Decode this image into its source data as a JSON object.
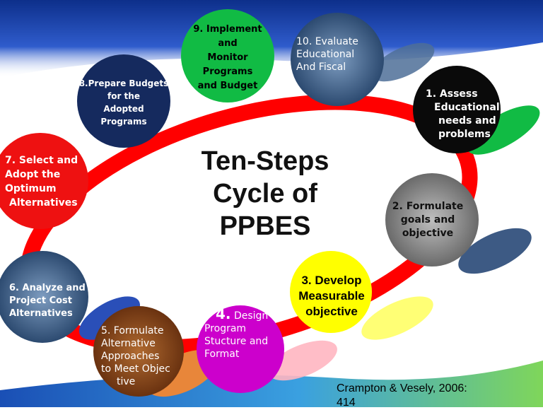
{
  "title_lines": [
    "Ten-Steps",
    "Cycle of",
    "PPBES"
  ],
  "steps": [
    {
      "id": "step-1",
      "lines": [
        "1. Assess",
        "Educational",
        "needs and",
        "problems"
      ],
      "color": "#0a0a0a"
    },
    {
      "id": "step-2",
      "lines": [
        "2. Formulate",
        "goals and",
        "objective"
      ],
      "color": "#8a8a8a"
    },
    {
      "id": "step-3",
      "lines": [
        "3. Develop",
        "Measurable",
        "objective"
      ],
      "color": "#ffff00"
    },
    {
      "id": "step-4",
      "number": "4.",
      "lines": [
        "Design",
        "Program",
        "Stucture and",
        "Format"
      ],
      "color": "#cc00cc"
    },
    {
      "id": "step-5",
      "lines": [
        "5. Formulate",
        "Alternative",
        "Approaches",
        "to Meet Objec",
        "tive"
      ],
      "color": "#8b4a20"
    },
    {
      "id": "step-6",
      "lines": [
        "6. Analyze and",
        "Project Cost",
        "Alternatives"
      ],
      "color": "#4a6f96"
    },
    {
      "id": "step-7",
      "lines": [
        "7. Select and",
        "Adopt the",
        "Optimum",
        "Alternatives"
      ],
      "color": "#ee1111"
    },
    {
      "id": "step-8",
      "lines": [
        "8.Prepare Budgets",
        "for the",
        "Adopted",
        "Programs"
      ],
      "color": "#152a5e"
    },
    {
      "id": "step-9",
      "lines": [
        "9. Implement",
        "and",
        "Monitor",
        "Programs",
        "and Budget"
      ],
      "color": "#11bb44"
    },
    {
      "id": "step-10",
      "lines": [
        "10. Evaluate",
        "Educational",
        "And Fiscal"
      ],
      "color": "#486e96"
    }
  ],
  "citation_lines": [
    "Crampton & Vesely, 2006:",
    "414"
  ],
  "colors": {
    "cycle_ring": "#ff0000",
    "header_band": "#1a3f9c"
  }
}
